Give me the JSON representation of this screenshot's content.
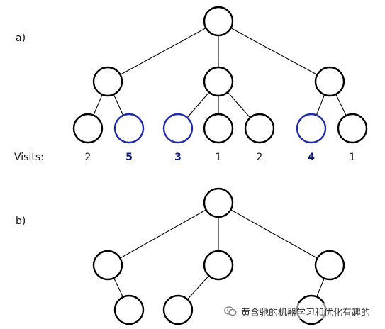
{
  "colors": {
    "node_stroke": "#000000",
    "highlight_stroke": "#1f2aa8",
    "highlight_text": "#0d1a7a"
  },
  "panels": {
    "a": {
      "label": "a)"
    },
    "b": {
      "label": "b)"
    }
  },
  "visits": {
    "label": "Visits:",
    "values": [
      {
        "text": "2",
        "highlighted": false
      },
      {
        "text": "5",
        "highlighted": true
      },
      {
        "text": "3",
        "highlighted": true
      },
      {
        "text": "1",
        "highlighted": false
      },
      {
        "text": "2",
        "highlighted": false
      },
      {
        "text": "4",
        "highlighted": true
      },
      {
        "text": "1",
        "highlighted": false
      }
    ]
  },
  "watermark": {
    "icon": "wechat-icon",
    "text": "黄含驰的机器学习和优化有趣的"
  }
}
